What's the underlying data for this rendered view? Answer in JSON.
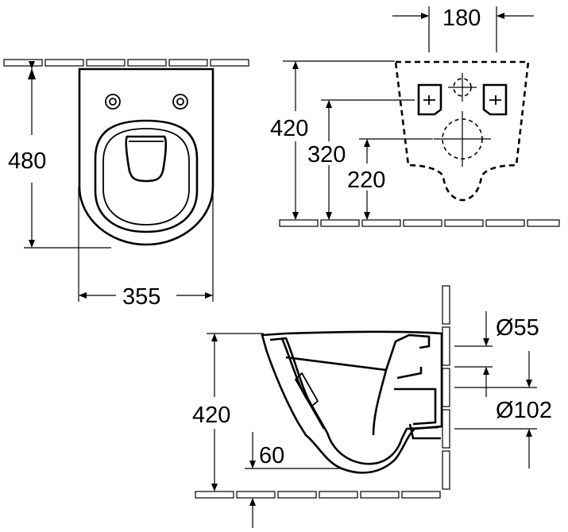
{
  "labels": {
    "front_width": "355",
    "front_height": "480",
    "rear_spacing": "180",
    "rear_height_total": "420",
    "rear_height_bolts": "320",
    "rear_height_outlet": "220",
    "side_height": "420",
    "side_outlet_offset": "60",
    "pipe_inlet": "Ø55",
    "pipe_outlet": "Ø102"
  }
}
